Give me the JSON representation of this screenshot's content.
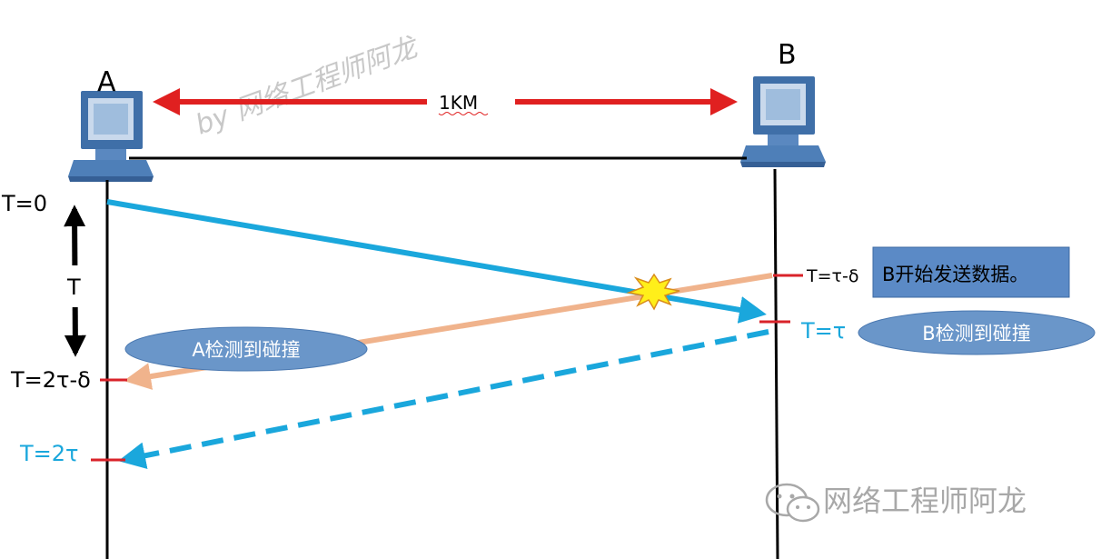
{
  "nodes": {
    "a_label": "A",
    "b_label": "B"
  },
  "distance_label": "1KM",
  "times": {
    "t0": "T=0",
    "t_interval": "T",
    "t_2tau_minus_delta": "T=2τ-δ",
    "t_2tau": "T=2τ",
    "t_tau_minus_delta": "T=τ-δ",
    "t_tau": "T=τ"
  },
  "callouts": {
    "b_starts": "B开始发送数据。",
    "a_detects": "A检测到碰撞",
    "b_detects": "B检测到碰撞"
  },
  "watermark": {
    "diagonal": "by 网络工程师阿龙",
    "corner": "网络工程师阿龙"
  },
  "colors": {
    "distance_arrow": "#e02020",
    "a_signal": "#1aa7dc",
    "b_signal": "#f0b38c",
    "tick": "#d9232a",
    "ellipse_fill": "#6a96c9",
    "box_fill": "#5b8ac6",
    "tau_text": "#1aa7dc"
  },
  "icons": {
    "computer": "desktop-computer-icon",
    "collision": "collision-burst-icon",
    "wechat": "wechat-icon"
  }
}
